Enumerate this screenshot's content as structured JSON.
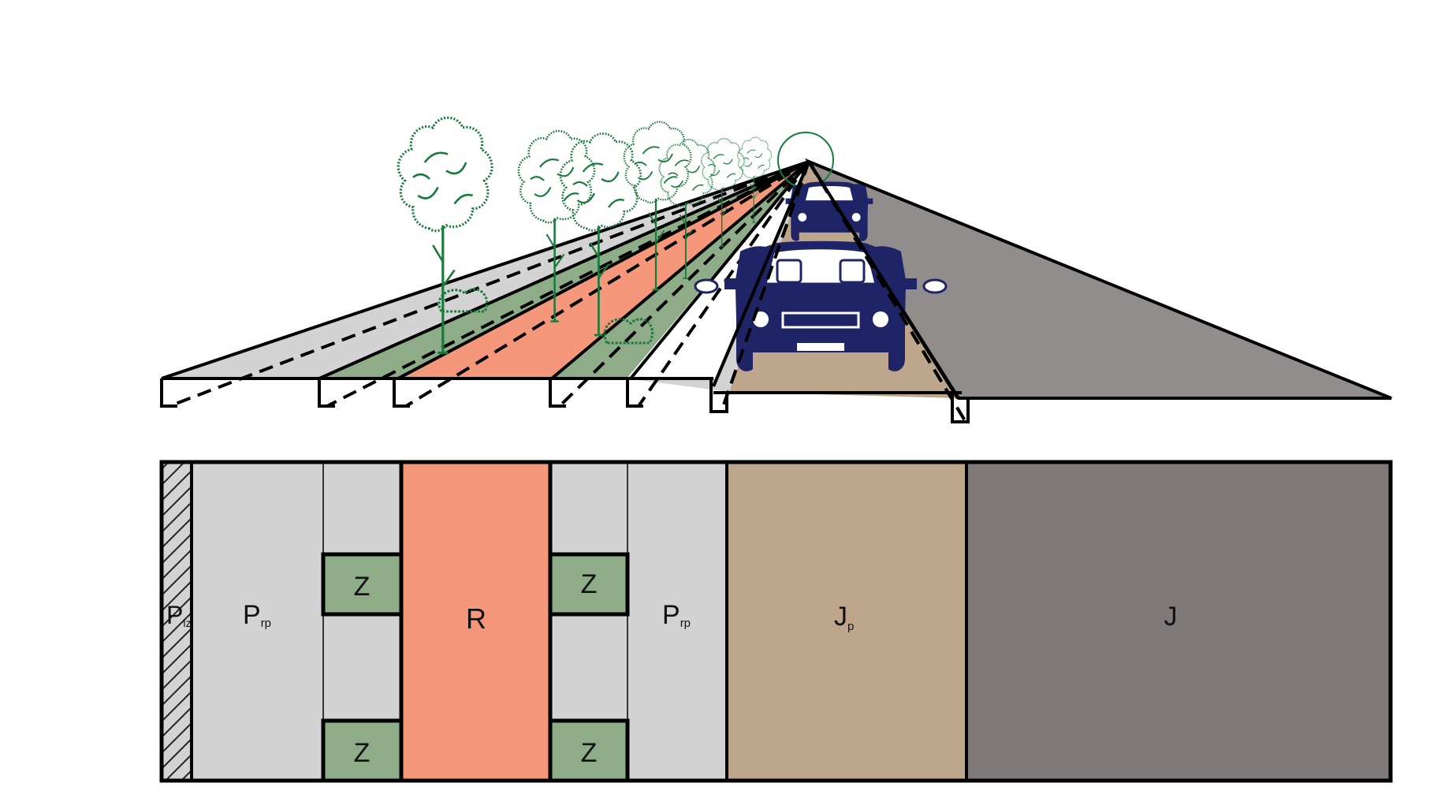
{
  "colors": {
    "sidewalk": "#d3d3d3",
    "greenery": "#8fac89",
    "bike_path": "#f4977a",
    "parking_lane": "#bda68b",
    "roadway": "#7f7a79",
    "roadway_perspective": "#918d8c",
    "tree_green": "#1a7a3c",
    "car_navy": "#1f2466",
    "outline": "#000000"
  },
  "plan": {
    "strips": [
      {
        "code": "P",
        "sub": "lz",
        "fill_key": "hatched"
      },
      {
        "code": "P",
        "sub": "rp",
        "fill_key": "sidewalk"
      },
      {
        "code": "",
        "sub": "",
        "fill_key": "sidewalk"
      },
      {
        "code": "R",
        "sub": "",
        "fill_key": "bike_path"
      },
      {
        "code": "",
        "sub": "",
        "fill_key": "sidewalk"
      },
      {
        "code": "P",
        "sub": "rp",
        "fill_key": "sidewalk"
      },
      {
        "code": "J",
        "sub": "p",
        "fill_key": "parking_lane"
      },
      {
        "code": "J",
        "sub": "",
        "fill_key": "roadway"
      }
    ],
    "planters": [
      "Z",
      "Z",
      "Z",
      "Z"
    ]
  },
  "perspective": {
    "icons": [
      "tree-icon",
      "car-icon",
      "vanishing-point-circle"
    ]
  }
}
